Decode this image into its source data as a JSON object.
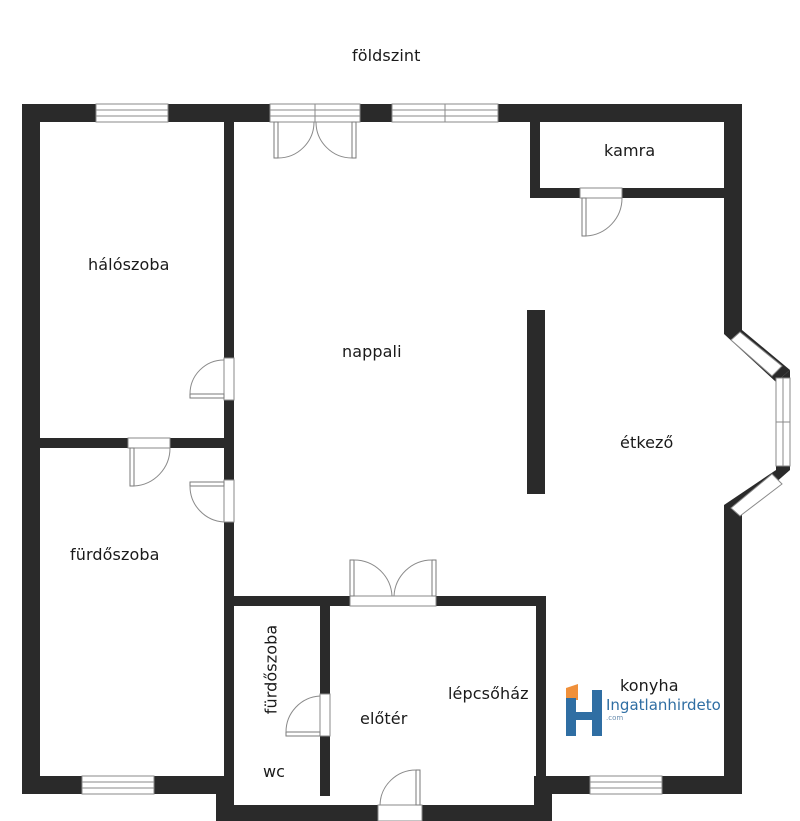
{
  "floor_title": "földszint",
  "rooms": {
    "halo": "hálószoba",
    "nappali": "nappali",
    "kamra": "kamra",
    "etkezo": "étkező",
    "furdo_big": "fürdőszoba",
    "furdo_small": "fürdőszoba",
    "wc": "wc",
    "eloter": "előtér",
    "lepcsohaz": "lépcsőház",
    "konyha": "konyha"
  },
  "watermark": {
    "brand": "Ingatlanhirdeto",
    "domain": ".com",
    "colors": {
      "orange": "#f0903a",
      "blue": "#2f6ea3"
    }
  },
  "colors": {
    "wall": "#2a2a2a",
    "window_frame": "#8a8a8a"
  }
}
